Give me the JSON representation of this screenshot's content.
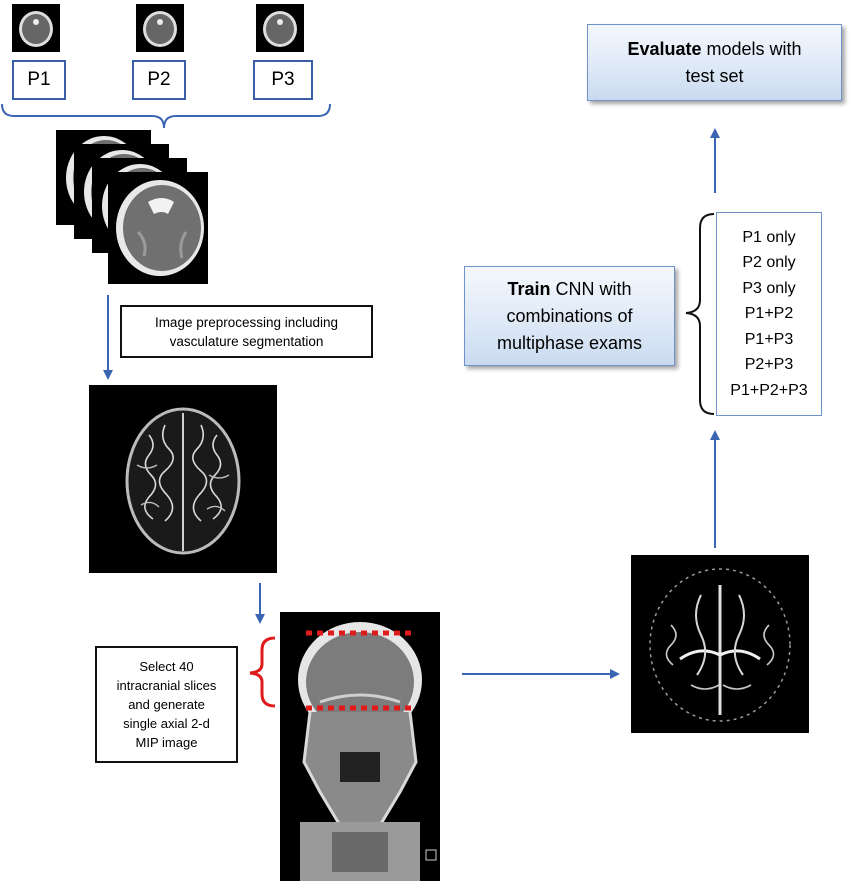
{
  "phases": [
    {
      "label": "P1"
    },
    {
      "label": "P2"
    },
    {
      "label": "P3"
    }
  ],
  "steps": {
    "preprocess": "Image preprocessing including vasculature segmentation",
    "select_line1": "Select 40",
    "select_line2": "intracranial slices",
    "select_line3": "and generate",
    "select_line4": "single axial 2-d",
    "select_line5": "MIP image",
    "train_bold": "Train",
    "train_rest": " CNN with",
    "train_line2": "combinations of",
    "train_line3": "multiphase exams",
    "evaluate_bold": "Evaluate",
    "evaluate_rest": " models with",
    "evaluate_line2": "test set"
  },
  "combinations": [
    "P1 only",
    "P2 only",
    "P3 only",
    "P1+P2",
    "P1+P3",
    "P2+P3",
    "P1+P2+P3"
  ],
  "colors": {
    "arrow": "#3b64b3",
    "phase_border": "#3a5fa8",
    "box_border": "#6f93c9",
    "slice_marker": "#e01b1b",
    "bracket_red": "#e01b1b"
  }
}
